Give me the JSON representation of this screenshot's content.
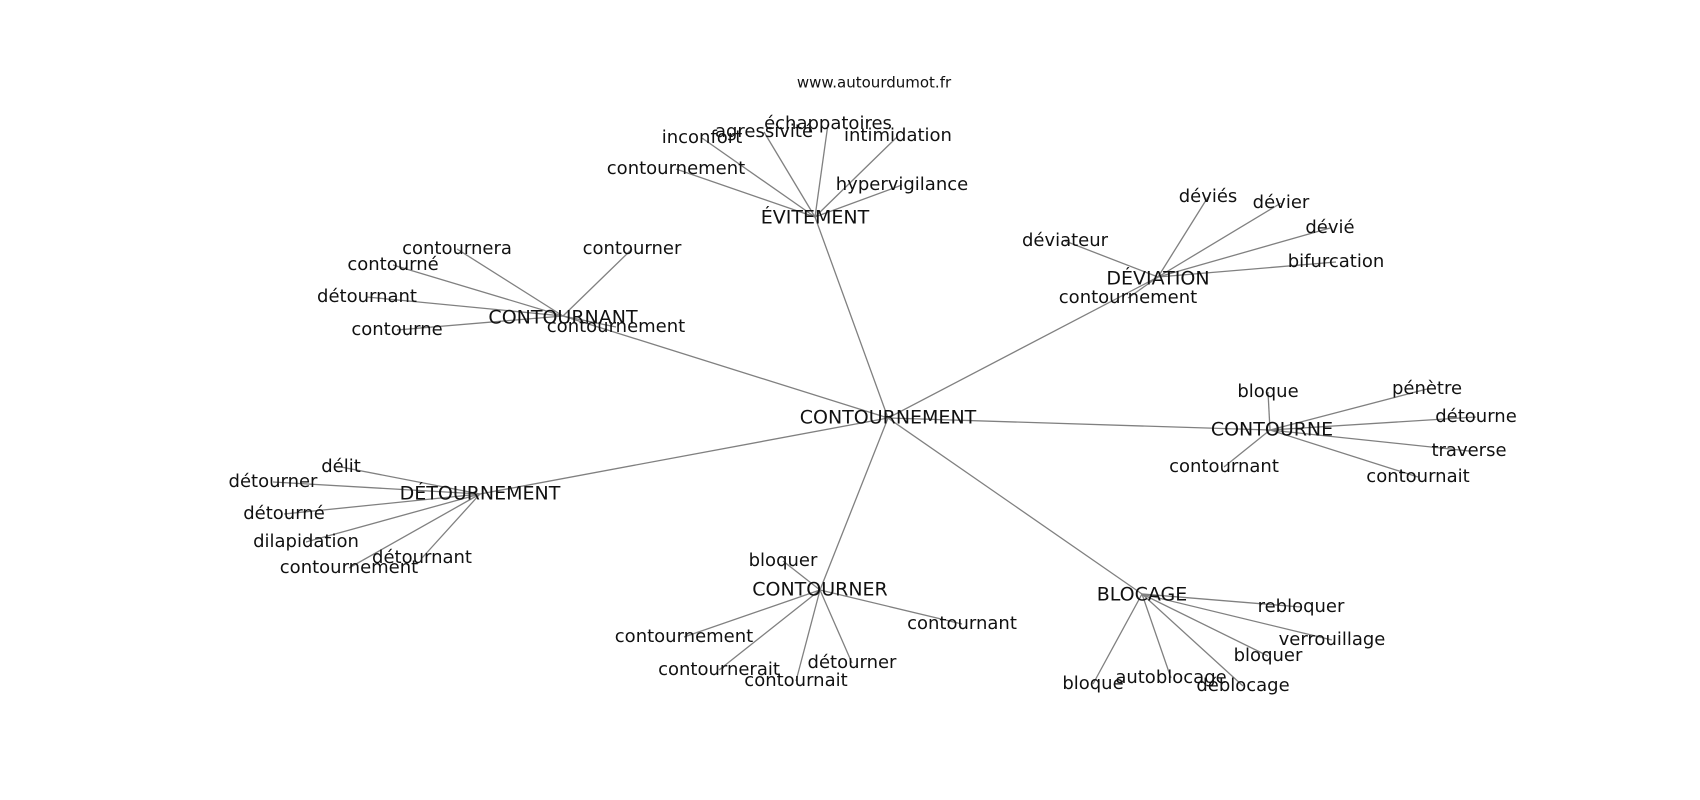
{
  "source": "www.autourdumot.fr",
  "center": "CONTOURNEMENT",
  "line_color": "#808080",
  "text_color": "#111111",
  "hubs": [
    {
      "id": "evitement",
      "label": "ÉVITEMENT",
      "leaves": [
        "agressivité",
        "échappatoires",
        "inconfort",
        "intimidation",
        "contournement",
        "hypervigilance"
      ]
    },
    {
      "id": "deviation",
      "label": "DÉVIATION",
      "leaves": [
        "déviés",
        "dévier",
        "déviateur",
        "dévié",
        "bifurcation",
        "contournement"
      ]
    },
    {
      "id": "contournant",
      "label": "CONTOURNANT",
      "leaves": [
        "contournera",
        "contourner",
        "contourné",
        "détournant",
        "contourne",
        "contournement"
      ]
    },
    {
      "id": "contourne",
      "label": "CONTOURNE",
      "leaves": [
        "bloque",
        "pénètre",
        "détourne",
        "traverse",
        "contournant",
        "contournait"
      ]
    },
    {
      "id": "detournement",
      "label": "DÉTOURNEMENT",
      "leaves": [
        "délit",
        "détourner",
        "détourné",
        "dilapidation",
        "détournant",
        "contournement"
      ]
    },
    {
      "id": "contourner",
      "label": "CONTOURNER",
      "leaves": [
        "bloquer",
        "contournant",
        "contournement",
        "détourner",
        "contournerait",
        "contournait"
      ]
    },
    {
      "id": "blocage",
      "label": "BLOCAGE",
      "leaves": [
        "rebloquer",
        "verrouillage",
        "bloquer",
        "autoblocage",
        "bloque",
        "déblocage"
      ]
    }
  ]
}
